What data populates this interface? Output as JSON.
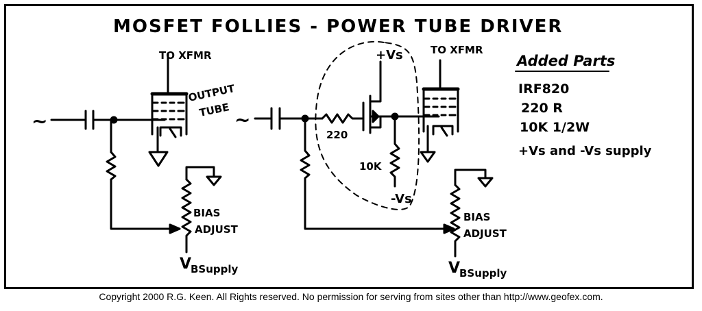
{
  "title": "MOSFET  FOLLIES - POWER TUBE DRIVER",
  "left_circuit": {
    "to_xfmr": "TO XFMR",
    "output_tube_line1": "OUTPUT",
    "output_tube_line2": "TUBE",
    "bias_line1": "BIAS",
    "bias_line2": "ADJUST",
    "supply_v": "V",
    "supply_sub": "BSupply",
    "signal": "~"
  },
  "right_circuit": {
    "to_xfmr": "TO XFMR",
    "plus_vs": "+Vs",
    "minus_vs": "-Vs",
    "resistor_220": "220",
    "resistor_10k": "10K",
    "bias_line1": "BIAS",
    "bias_line2": "ADJUST",
    "supply_v": "V",
    "supply_sub": "BSupply",
    "signal": "~"
  },
  "added_parts": {
    "heading": "Added Parts",
    "items": [
      "IRF820",
      "220 R",
      "10K 1/2W",
      "+Vs and -Vs supply"
    ]
  },
  "copyright": "Copyright 2000 R.G. Keen. All Rights reserved. No permission for serving from sites other than http://www.geofex.com."
}
